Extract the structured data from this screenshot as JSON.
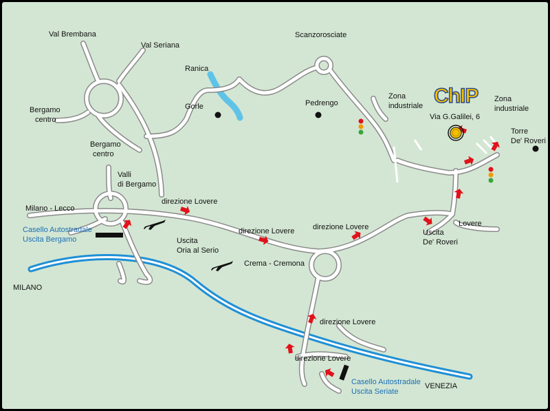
{
  "labels": {
    "val_brembana": "Val Brembana",
    "val_seriana": "Val Seriana",
    "scanzorosciate": "Scanzorosciate",
    "ranica": "Ranica",
    "gorle": "Gorle",
    "pedrengo": "Pedrengo",
    "bergamo_centro_1a": "Bergamo",
    "bergamo_centro_1b": "centro",
    "bergamo_centro_2a": "Bergamo",
    "bergamo_centro_2b": "centro",
    "valli_a": "Valli",
    "valli_b": "di Bergamo",
    "milano_lecco": "Milano - Lecco",
    "casello_bg_a": "Casello Autostradale",
    "casello_bg_b": "Uscita Bergamo",
    "milano": "MILANO",
    "direzione_lovere_1": "direzione Lovere",
    "direzione_lovere_2": "direzione Lovere",
    "direzione_lovere_3": "direzione Lovere",
    "direzione_lovere_4": "direzione Lovere",
    "direzione_lovere_5": "direzione Lovere",
    "uscita_oria_a": "Uscita",
    "uscita_oria_b": "Oria al Serio",
    "crema_cremona": "Crema - Cremona",
    "zona_ind_1a": "Zona",
    "zona_ind_1b": "industriale",
    "zona_ind_2a": "Zona",
    "zona_ind_2b": "industriale",
    "torre_a": "Torre",
    "torre_b": "De' Roveri",
    "lovere": "Lovere",
    "uscita_deroveri_a": "Uscita",
    "uscita_deroveri_b": "De' Roveri",
    "casello_seriate_a": "Casello Autostradale",
    "casello_seriate_b": "Uscita Seriate",
    "venezia": "VENEZIA"
  },
  "destination": {
    "logo": "ChIP",
    "address": "Via G.Galilei, 6"
  },
  "colors": {
    "background": "#d3e6d3",
    "road": "#ffffff",
    "road_edge": "#8a8a8a",
    "motorway": "#1f8fd6",
    "arrow": "#e0121b",
    "casello_label": "#1a6fb5",
    "logo": "#f2c200",
    "target": "#f2c200",
    "river": "#5fc3e8"
  },
  "icons": [
    "direction-arrow-icon",
    "airplane-icon",
    "traffic-light-icon",
    "town-dot-icon",
    "destination-target-icon",
    "toll-booth-icon"
  ]
}
